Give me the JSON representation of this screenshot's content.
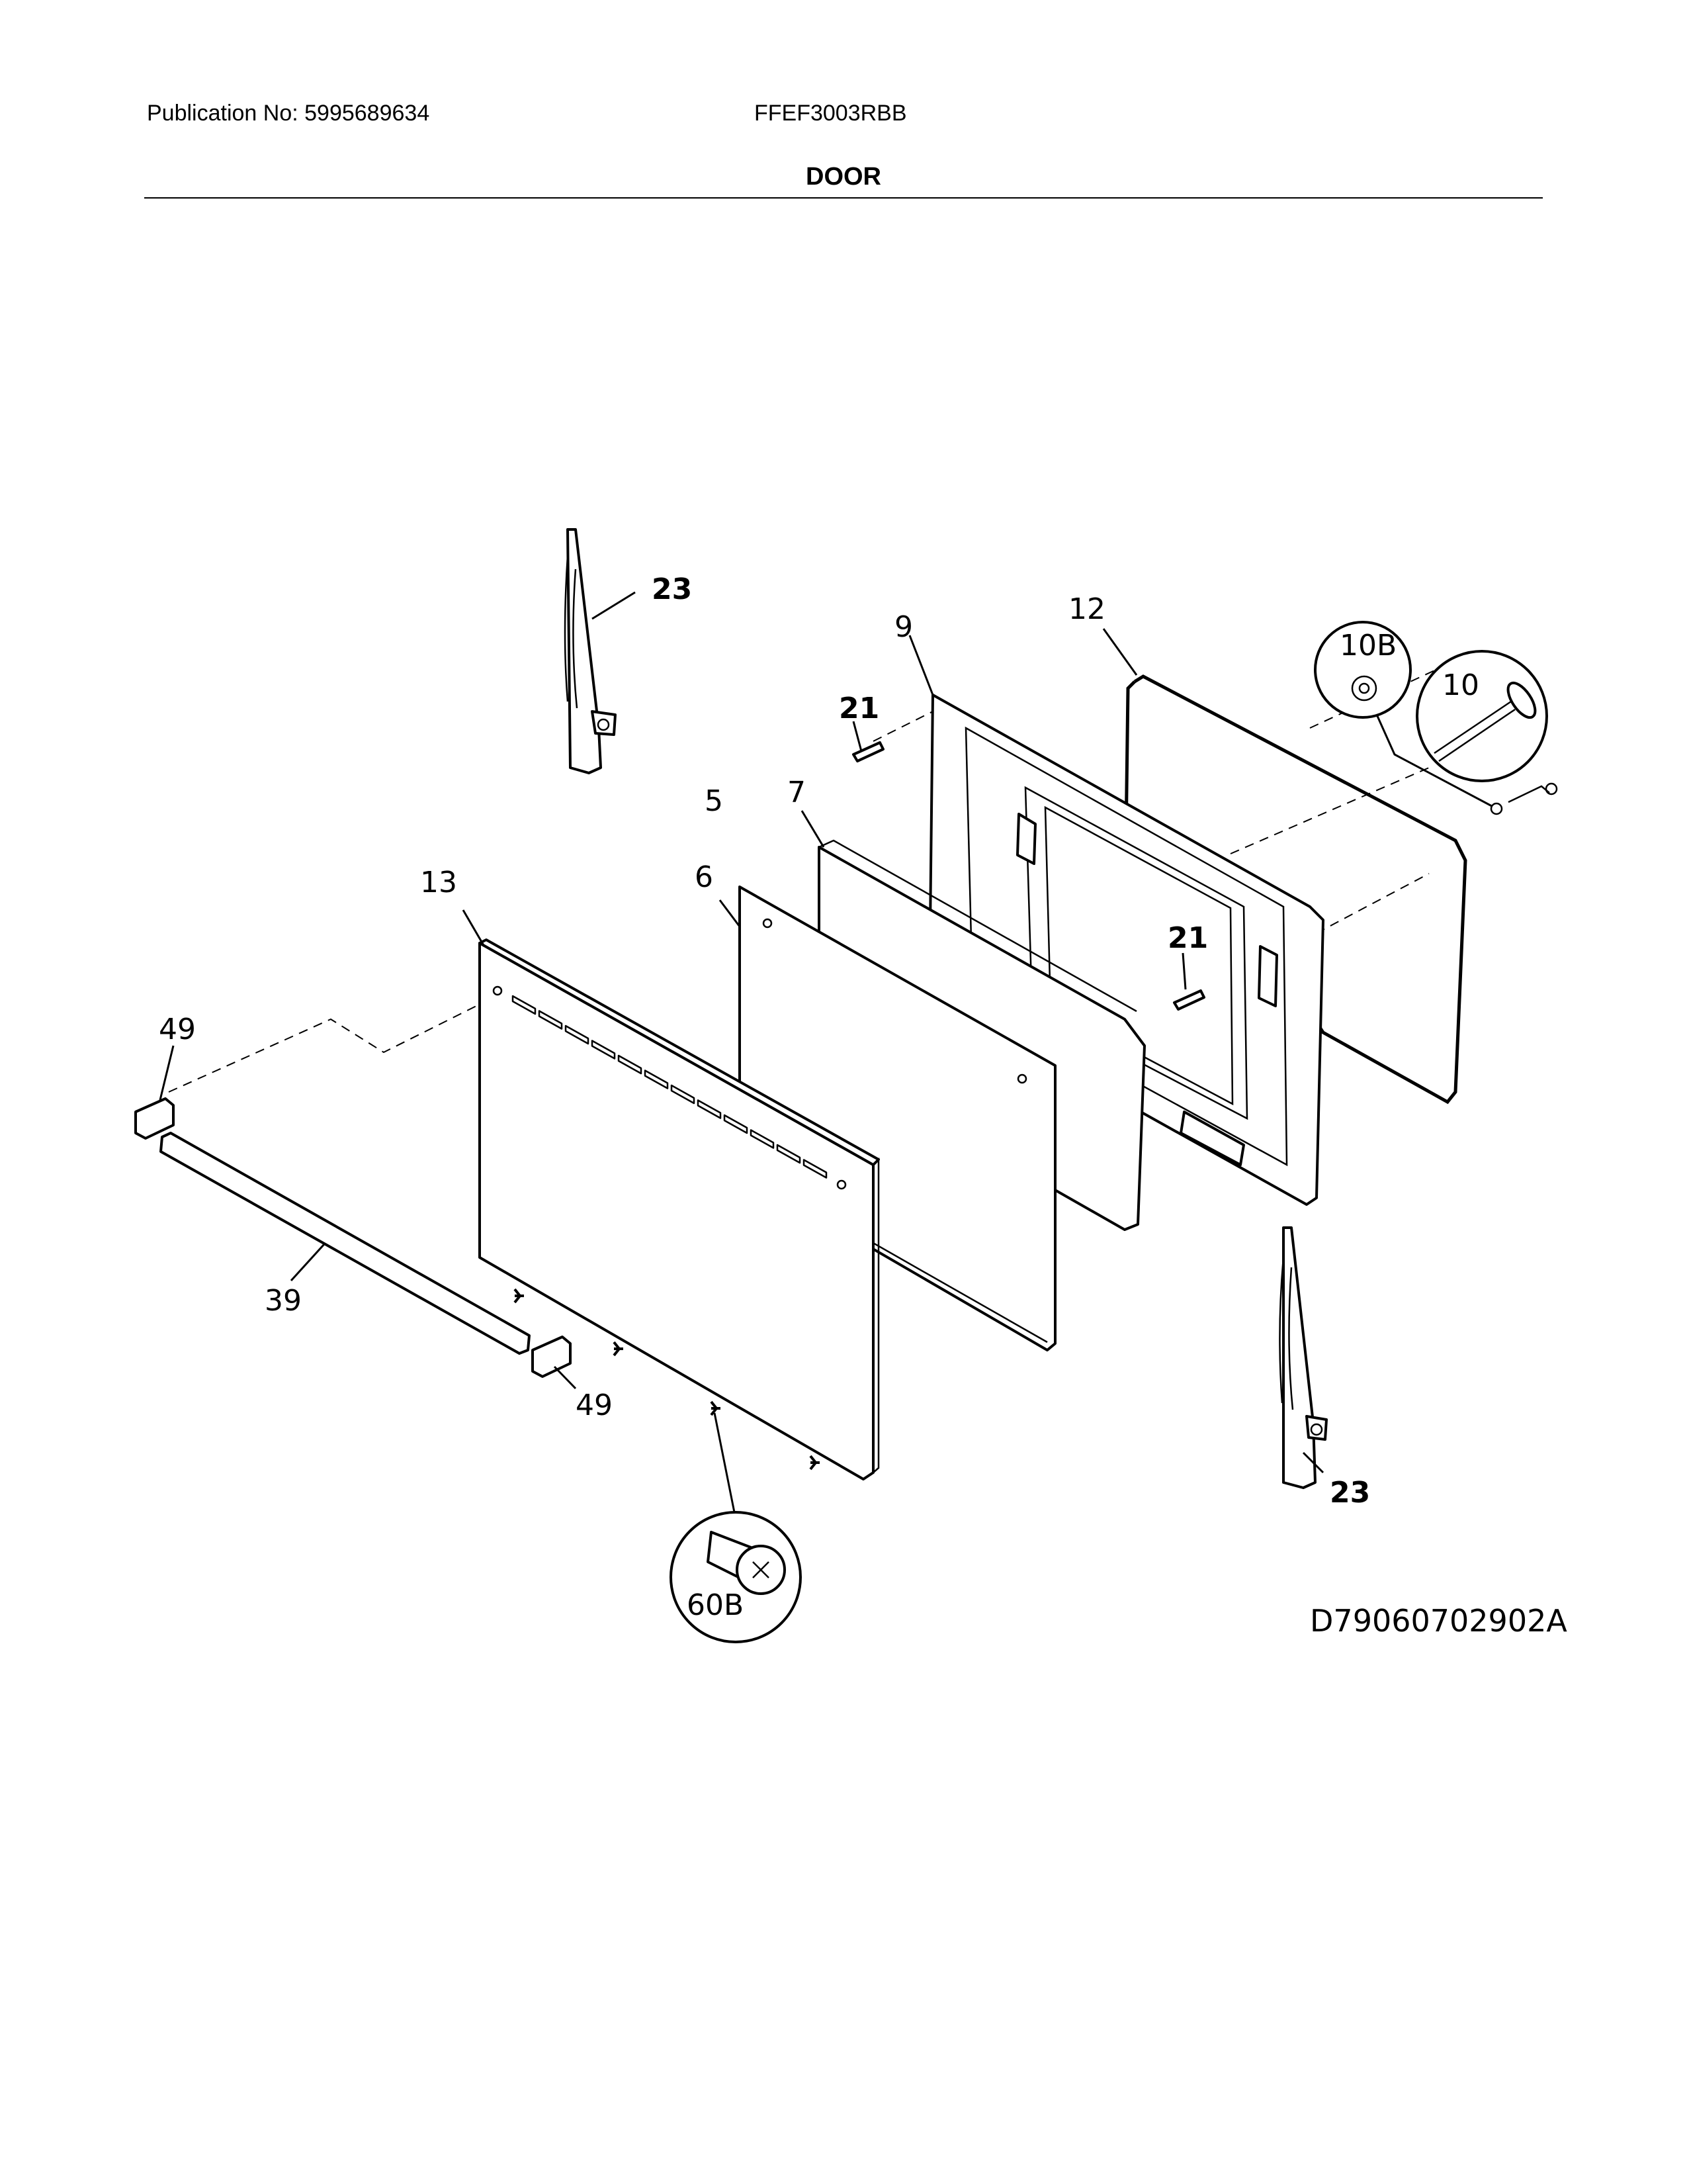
{
  "header": {
    "publication": "Publication No: 5995689634",
    "model": "FFEF3003RBB",
    "section_title": "DOOR"
  },
  "callouts": {
    "hinge_top": "23",
    "hinge_bottom": "23",
    "inner_door": "9",
    "gasket": "12",
    "washer_detail": "10B",
    "screw_detail": "10",
    "bracket_upper": "21",
    "bracket_lower": "21",
    "glass_set": "5",
    "glass_inner": "7",
    "glass_middle": "6",
    "outer_door": "13",
    "end_cap_left": "49",
    "end_cap_right": "49",
    "trim": "39",
    "screw_detail_bottom": "60B"
  },
  "diagram_id": "D79060702902A"
}
